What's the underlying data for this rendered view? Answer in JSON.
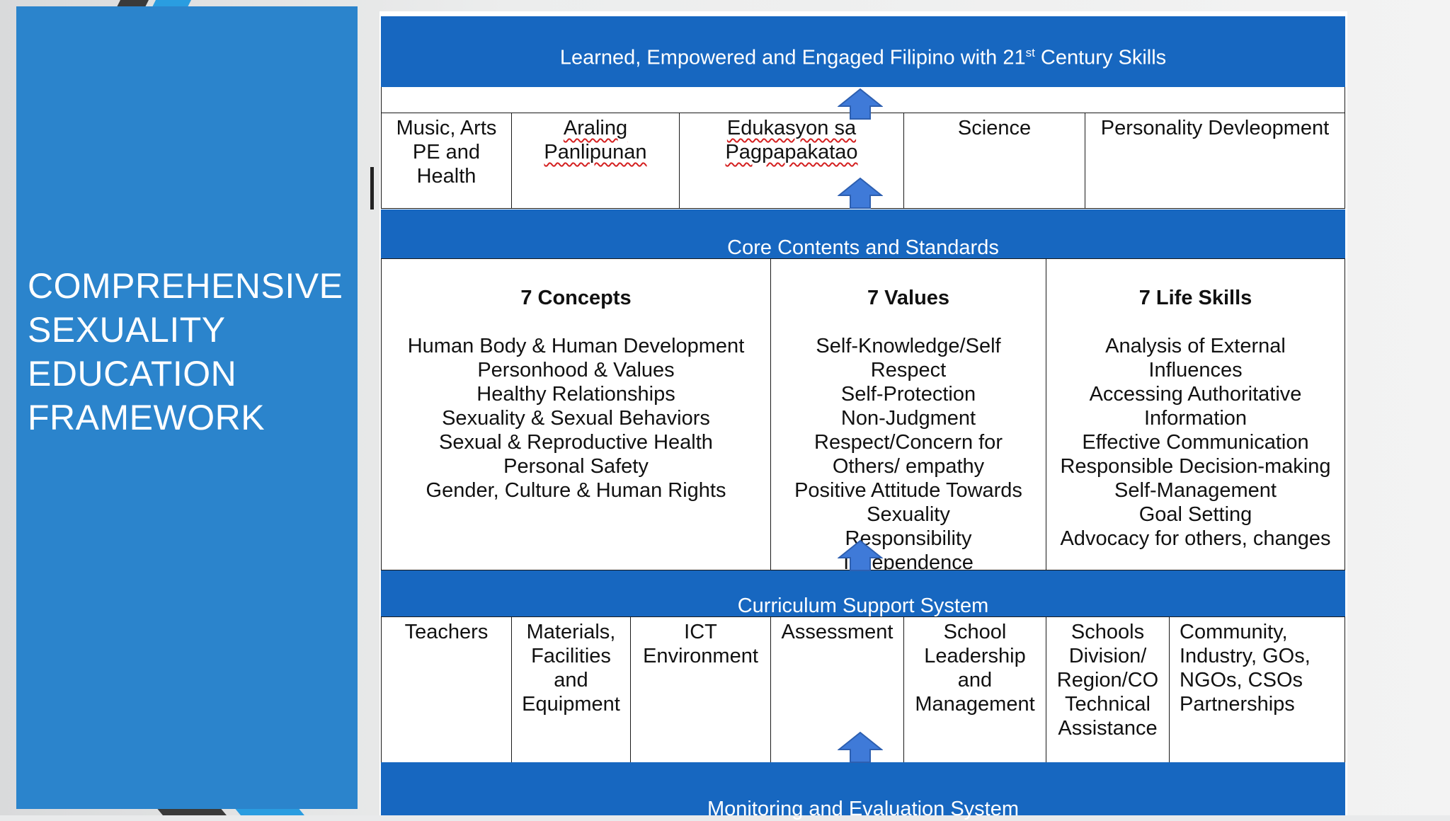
{
  "slide": {
    "title": "COMPREHENSIVE\nSEXUALITY\nEDUCATION\nFRAMEWORK",
    "colors": {
      "panel": "#2b84cc",
      "band": "#1767c0",
      "arrow": "#3f7ad8"
    }
  },
  "framework": {
    "top_goal": {
      "text": "Learned, Empowered and Engaged Filipino with 21",
      "sup": "st",
      "text_end": " Century Skills"
    },
    "subjects": [
      {
        "label": "Music, Arts\nPE and\nHealth"
      },
      {
        "label": "Araling\nPanlipunan"
      },
      {
        "label": "Edukasyon sa\nPagpapakatao"
      },
      {
        "label": "Science"
      },
      {
        "label": "Personality Devleopment"
      }
    ],
    "core_band": "Core Contents and Standards",
    "columns": [
      {
        "heading": "7 Concepts",
        "items": "Human Body & Human Development\nPersonhood & Values\nHealthy Relationships\nSexuality & Sexual Behaviors\nSexual & Reproductive Health\nPersonal Safety\nGender, Culture & Human Rights"
      },
      {
        "heading": "7 Values",
        "items": "Self-Knowledge/Self\nRespect\nSelf-Protection\nNon-Judgment\nRespect/Concern for\nOthers/ empathy\nPositive Attitude Towards\nSexuality\nResponsibility\nIndependence"
      },
      {
        "heading": "7 Life Skills",
        "items": "Analysis of External\nInfluences\nAccessing Authoritative\nInformation\nEffective Communication\nResponsible Decision-making\nSelf-Management\nGoal Setting\nAdvocacy for others, changes"
      }
    ],
    "support_band": "Curriculum Support System",
    "supports": [
      {
        "label": "Teachers"
      },
      {
        "label": "Materials,\nFacilities\nand\nEquipment"
      },
      {
        "label": "ICT\nEnvironment"
      },
      {
        "label": "Assessment"
      },
      {
        "label": "School\nLeadership\nand\nManagement"
      },
      {
        "label": "Schools\nDivision/\nRegion/CO\nTechnical\nAssistance"
      },
      {
        "label": "Community,\nIndustry, GOs,\nNGOs, CSOs\nPartnerships"
      }
    ],
    "bottom_band": "Monitoring and Evaluation System"
  }
}
